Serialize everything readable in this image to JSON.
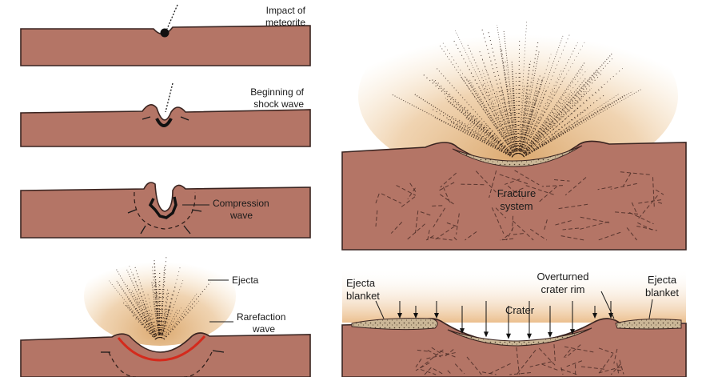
{
  "labels": {
    "impact_line1": "Impact of",
    "impact_line2": "meteorite",
    "shock_line1": "Beginning of",
    "shock_line2": "shock wave",
    "compression_line1": "Compression",
    "compression_line2": "wave",
    "ejecta": "Ejecta",
    "rarefaction_line1": "Rarefaction",
    "rarefaction_line2": "wave",
    "fracture_line1": "Fracture",
    "fracture_line2": "system",
    "ejecta_blanket_left_line1": "Ejecta",
    "ejecta_blanket_left_line2": "blanket",
    "overturned_line1": "Overturned",
    "overturned_line2": "crater rim",
    "crater": "Crater",
    "ejecta_blanket_right_line1": "Ejecta",
    "ejecta_blanket_right_line2": "blanket"
  },
  "colors": {
    "ground": "#b47566",
    "outline": "#3a2420",
    "ejecta": "#d9a468",
    "ejecta_dots": "#2a1a12",
    "rarefaction": "#d42a1c",
    "breccia": "#cbb797"
  }
}
